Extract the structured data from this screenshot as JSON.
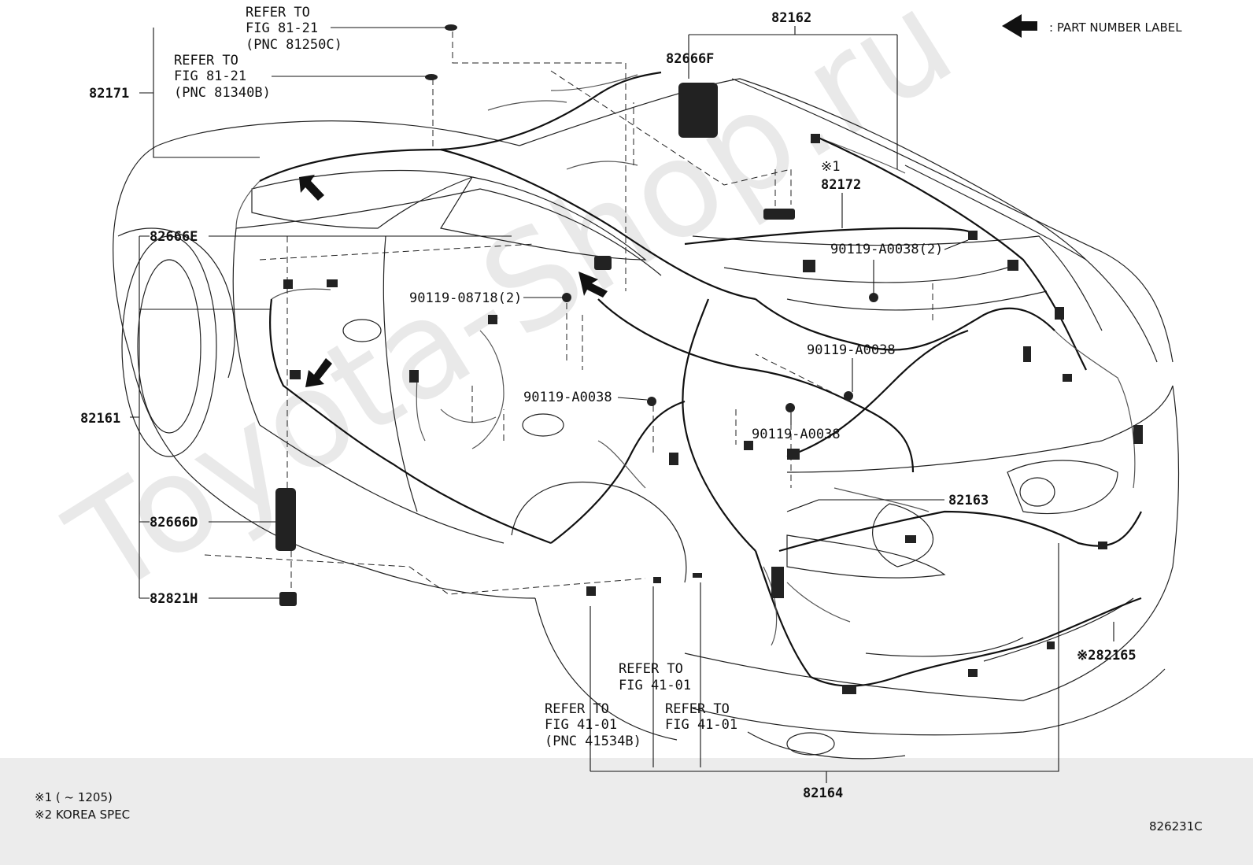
{
  "legend": {
    "label": ": PART NUMBER LABEL"
  },
  "watermark": "Toyota-Shop.ru",
  "part_numbers": {
    "p82162": "82162",
    "p82666F": "82666F",
    "p82171": "82171",
    "p82172_mark": "※1",
    "p82172": "82172",
    "p82666E": "82666E",
    "p90119_A0038_2": "90119-A0038(2)",
    "p90119_08718_2": "90119-08718(2)",
    "p90119_A0038_a": "90119-A0038",
    "p90119_A0038_b": "90119-A0038",
    "p90119_A0038_c": "90119-A0038",
    "p82161": "82161",
    "p82163": "82163",
    "p82666D": "82666D",
    "p82821H": "82821H",
    "p82165": "※282165",
    "p82164": "82164"
  },
  "refs": {
    "r1_l1": "REFER TO",
    "r1_l2": "FIG 81-21",
    "r1_l3": "(PNC 81250C)",
    "r2_l1": "REFER TO",
    "r2_l2": "FIG 81-21",
    "r2_l3": "(PNC 81340B)",
    "r3_l1": "REFER TO",
    "r3_l2": "FIG 41-01",
    "r4_l1": "REFER TO",
    "r4_l2": "FIG 41-01",
    "r4_l3": "(PNC 41534B)",
    "r5_l1": "REFER TO",
    "r5_l2": "FIG 41-01"
  },
  "footnotes": {
    "n1": "※1 (        ~ 1205)",
    "n2": "※2 KOREA SPEC"
  },
  "figure_id": "826231C"
}
